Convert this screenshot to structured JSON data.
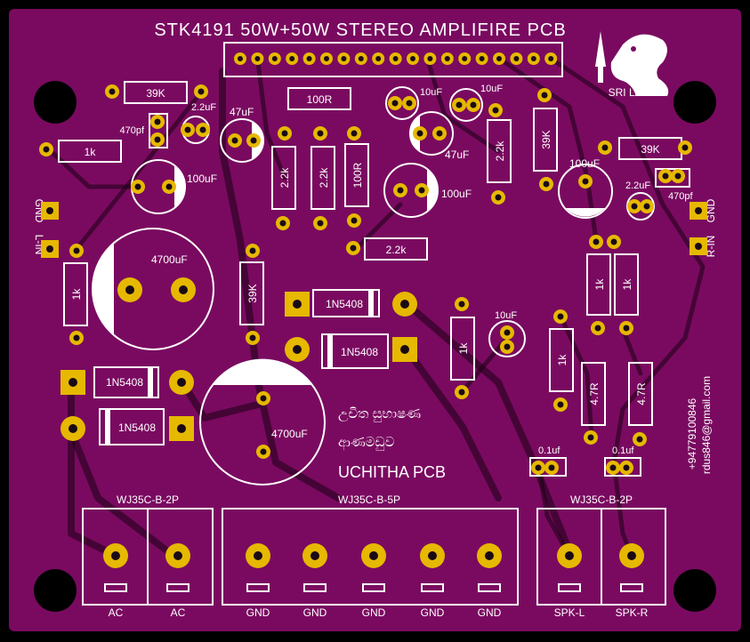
{
  "title": "STK4191 50W+50W STEREO AMPLIFIRE PCB",
  "brand": "UCHITHA PCB",
  "sinhala_name": "උචිත සුභාෂණ",
  "sinhala_place": "ආණමඩුව",
  "country": "SRI LANKA",
  "phone": "+94779100846",
  "email": "rdus846@gmail.com",
  "colors": {
    "board": "#7a0a60",
    "silk": "#ffffff",
    "pad": "#e6b800",
    "background": "#000000"
  },
  "left_labels": {
    "gnd": "GND",
    "in": "L-IN"
  },
  "right_labels": {
    "gnd": "GND",
    "in": "R-IN"
  },
  "components": {
    "r_39k_top": "39K",
    "c_2_2uf_left": "2.2uF",
    "c_470pf_left": "470pf",
    "r_1k_left": "1k",
    "c_47uf": "47uF",
    "r_100r_top": "100R",
    "c_10uf_a": "10uF",
    "c_10uf_b": "10uF",
    "c_47uf_b": "47uF",
    "r_2_2k_a": "2.2k",
    "r_2_2k_b": "2.2k",
    "r_100r_v": "100R",
    "c_100uf_left": "100uF",
    "c_100uf_mid": "100uF",
    "r_2_2k_h": "2.2k",
    "r_2_2k_right": "2.2k",
    "r_39k_v_right": "39K",
    "c_100uf_right": "100uF",
    "r_39k_right": "39K",
    "c_2_2uf_right": "2.2uF",
    "c_470pf_right": "470pf",
    "c_4700uf_left": "4700uF",
    "r_1k_v_left": "1k",
    "r_39k_v_mid": "39K",
    "d1": "1N5408",
    "d2": "1N5408",
    "d3": "1N5408",
    "d4": "1N5408",
    "r_1k_v_a": "1k",
    "c_10uf_c": "10uF",
    "r_1k_v_b": "1k",
    "r_1k_v_c": "1k",
    "r_1k_v_d": "1k",
    "r_4_7r_a": "4.7R",
    "r_4_7r_b": "4.7R",
    "c_4700uf_center": "4700uF",
    "c_0_1uf_a": "0.1uf",
    "c_0_1uf_b": "0.1uf"
  },
  "connectors": {
    "left": {
      "part": "WJ35C-B-2P",
      "pins": [
        "AC",
        "AC"
      ]
    },
    "middle": {
      "part": "WJ35C-B-5P",
      "pins": [
        "GND",
        "GND",
        "GND",
        "GND",
        "GND"
      ]
    },
    "right": {
      "part": "WJ35C-B-2P",
      "pins": [
        "SPK-L",
        "SPK-R"
      ]
    }
  }
}
